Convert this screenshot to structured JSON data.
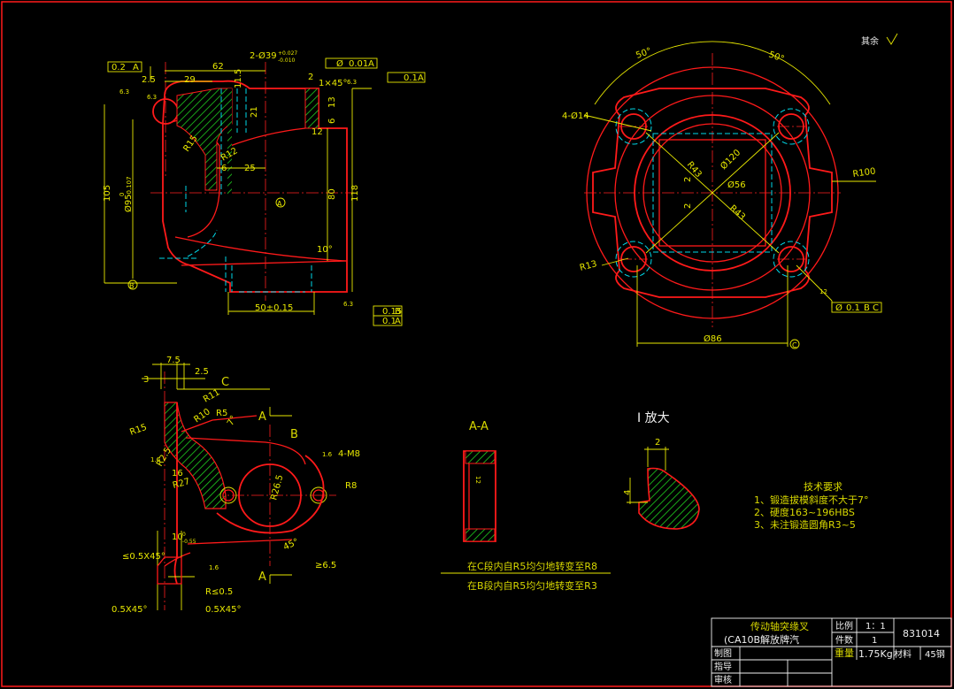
{
  "drawing": {
    "title_block": {
      "part_name": "传动轴突缘叉",
      "vehicle": "(CA10B解放牌汽",
      "scale_label": "比例",
      "scale": "1：1",
      "qty_label": "件数",
      "qty": "1",
      "drawing_no": "831014",
      "weight_label": "重量",
      "weight": "1.75Kg",
      "material_label": "材料",
      "material": "45钢",
      "drawn_by": "制图",
      "guided_by": "指导",
      "checked_by": "审核"
    },
    "tech_req": {
      "title": "技术要求",
      "items": [
        "1、锻造拔模斜度不大于7°",
        "2、硬度163~196HBS",
        "3、未注锻造圆角R3~5"
      ]
    },
    "notes": {
      "rest": "其余",
      "c_note": "在C段内自R5均匀地转变至R8",
      "b_note": "在B段内自R5均匀地转变至R3",
      "aa_label": "A-A",
      "detail_label": "I 放大"
    },
    "front_view": {
      "dims": [
        "0.2",
        "A",
        "2.5",
        "29",
        "62",
        "2-Ø39",
        "+0.027",
        "-0.010",
        "Ø",
        "0.01",
        "A",
        "2",
        "1×45°",
        "6.3",
        "0.1",
        "A",
        "11.5",
        "21",
        "13",
        "6",
        "12",
        "R15",
        "R12",
        "25",
        "6",
        "105",
        "Ø95",
        "0",
        "-0.107",
        "A",
        "B",
        "80",
        "118",
        "10°",
        "50±0.15",
        "0.15",
        "B",
        "0.1",
        "A",
        "6.3",
        "6.3",
        "6.3"
      ]
    },
    "top_view": {
      "dims": [
        "50°",
        "50°",
        "4-Ø14",
        "R43",
        "Ø120",
        "2",
        "2",
        "Ø56",
        "R43",
        "R100",
        "R13",
        "Ø86",
        "C",
        "Ø",
        "0.1",
        "B",
        "C",
        "12"
      ]
    },
    "side_view": {
      "dims": [
        "7.5",
        "2.5",
        "3",
        "C",
        "R11",
        "R5",
        "R10",
        "7°",
        "R15",
        "A",
        "A",
        "B",
        "4-M8",
        "R2.5",
        "R26.5",
        "R8",
        "R27",
        "16",
        "45°",
        "≥6.5",
        "10",
        "0",
        "-0.55",
        "≤0.5X45°",
        "R≤0.5",
        "0.5X45°",
        "0.5X45°",
        "1.6",
        "1.6",
        "1.6"
      ]
    },
    "detail": {
      "dims": [
        "2",
        "4"
      ]
    },
    "section": {
      "dims": [
        "12"
      ]
    }
  }
}
